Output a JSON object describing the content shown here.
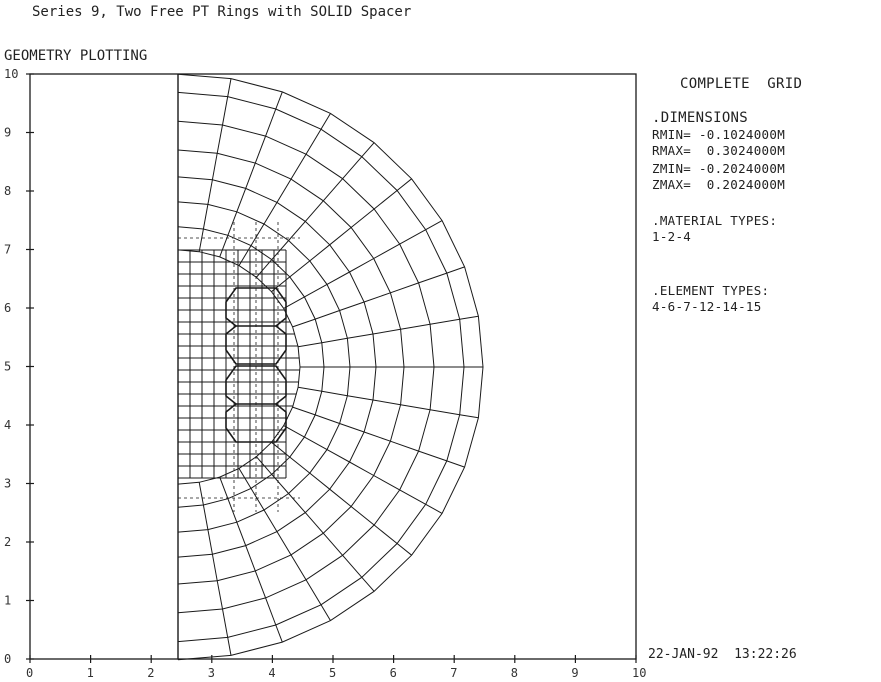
{
  "title": "Series 9, Two Free PT Rings with SOLID Spacer",
  "subtitle": "GEOMETRY PLOTTING",
  "panel": {
    "heading": "COMPLETE  GRID",
    "dimensions_label": ".DIMENSIONS",
    "rmin": "RMIN= -0.1024000M",
    "rmax": "RMAX=  0.3024000M",
    "zmin": "ZMIN= -0.2024000M",
    "zmax": "ZMAX=  0.2024000M",
    "material_label": ".MATERIAL TYPES:",
    "material_value": "1-2-4",
    "element_label": ".ELEMENT TYPES:",
    "element_value": "4-6-7-12-14-15"
  },
  "timestamp": "22-JAN-92  13:22:26",
  "axis": {
    "x_ticks": [
      "0",
      "1",
      "2",
      "3",
      "4",
      "5",
      "6",
      "7",
      "8",
      "9",
      "10"
    ],
    "y_ticks": [
      "0",
      "1",
      "2",
      "3",
      "4",
      "5",
      "6",
      "7",
      "8",
      "9",
      "10"
    ]
  },
  "colors": {
    "line": "#1a1a1a",
    "background": "#ffffff"
  }
}
